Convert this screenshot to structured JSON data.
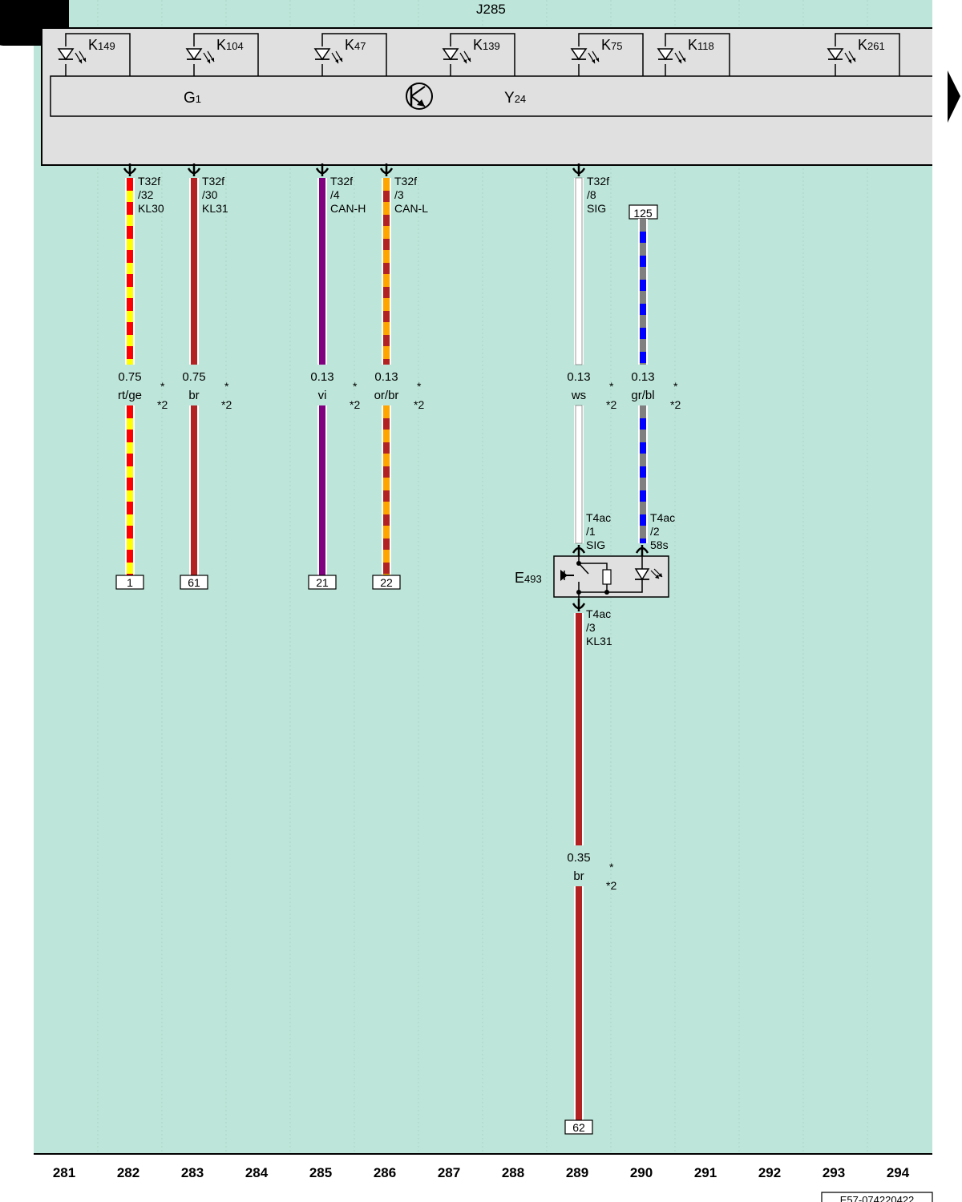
{
  "page": {
    "module_title": "J285",
    "footer_ref": "E57-074220422",
    "columns": [
      "281",
      "282",
      "283",
      "284",
      "285",
      "286",
      "287",
      "288",
      "289",
      "290",
      "291",
      "292",
      "293",
      "294"
    ]
  },
  "colors": {
    "background": "#bde5d9",
    "box_fill": "#e0e0e0",
    "rt": "#ff0000",
    "ge": "#ffff00",
    "br": "#b22222",
    "vi": "#800080",
    "or": "#ffa500",
    "ws": "#ffffff",
    "gr": "#808080",
    "bl": "#0000ff"
  },
  "module": {
    "lamps": [
      {
        "name": "K",
        "sub": "149"
      },
      {
        "name": "K",
        "sub": "104"
      },
      {
        "name": "K",
        "sub": "47"
      },
      {
        "name": "K",
        "sub": "139"
      },
      {
        "name": "K",
        "sub": "75"
      },
      {
        "name": "K",
        "sub": "118"
      },
      {
        "name": "K",
        "sub": "261"
      }
    ],
    "g1": {
      "name": "G",
      "sub": "1"
    },
    "y24": {
      "name": "Y",
      "sub": "24"
    }
  },
  "wires": [
    {
      "pin": [
        "T32f",
        "/32",
        "KL30"
      ],
      "size": "0.75",
      "color_code": "rt/ge",
      "note": "*2",
      "terminal": "1"
    },
    {
      "pin": [
        "T32f",
        "/30",
        "KL31"
      ],
      "size": "0.75",
      "color_code": "br",
      "note": "*2",
      "terminal": "61"
    },
    {
      "pin": [
        "T32f",
        "/4",
        "CAN-H"
      ],
      "size": "0.13",
      "color_code": "vi",
      "note": "*2",
      "terminal": "21"
    },
    {
      "pin": [
        "T32f",
        "/3",
        "CAN-L"
      ],
      "size": "0.13",
      "color_code": "or/br",
      "note": "*2",
      "terminal": "22"
    },
    {
      "pin": [
        "T32f",
        "/8",
        "SIG"
      ],
      "size": "0.13",
      "color_code": "ws",
      "note": "*2"
    },
    {
      "top_terminal": "125",
      "size": "0.13",
      "color_code": "gr/bl",
      "note": "*2"
    },
    {
      "size": "0.35",
      "color_code": "br",
      "note": "*2",
      "terminal": "62"
    }
  ],
  "switch": {
    "name": "E",
    "sub": "493",
    "pin1": [
      "T4ac",
      "/1",
      "SIG"
    ],
    "pin2": [
      "T4ac",
      "/2",
      "58s"
    ],
    "pin3": [
      "T4ac",
      "/3",
      "KL31"
    ]
  }
}
